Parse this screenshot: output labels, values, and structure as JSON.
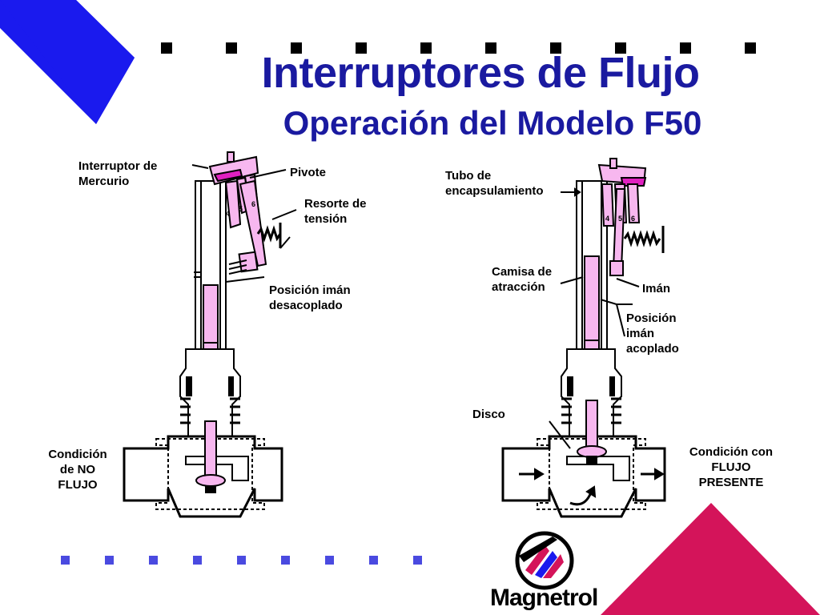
{
  "slide": {
    "title": "Interruptores de Flujo",
    "subtitle": "Operación del Modelo F50",
    "colors": {
      "title": "#1a1aa0",
      "accent_blue": "#1a1aee",
      "accent_red": "#d4145a",
      "pink": "#f7b7ef",
      "magenta": "#e020c0"
    }
  },
  "left_diagram": {
    "label_switch": [
      "Interruptor de",
      "Mercurio"
    ],
    "label_pivot": "Pivote",
    "label_spring": [
      "Resorte de",
      "tensión"
    ],
    "label_magnet_pos": [
      "Posición imán",
      "desacoplado"
    ],
    "label_condition": [
      "Condición",
      "de NO",
      "FLUJO"
    ],
    "terminals": [
      "4",
      "5",
      "6"
    ]
  },
  "right_diagram": {
    "label_tube": [
      "Tubo de",
      "encapsulamiento"
    ],
    "label_sleeve": [
      "Camisa de",
      "atracción"
    ],
    "label_magnet": "Imán",
    "label_magnet_pos": [
      "Posición",
      "imán",
      "acoplado"
    ],
    "label_disc": "Disco",
    "label_condition": [
      "Condición con",
      "FLUJO",
      "PRESENTE"
    ],
    "terminals": [
      "4",
      "5",
      "6"
    ]
  },
  "logo": {
    "text": "Magnetrol",
    "icon": "magnetrol-logo-icon"
  }
}
